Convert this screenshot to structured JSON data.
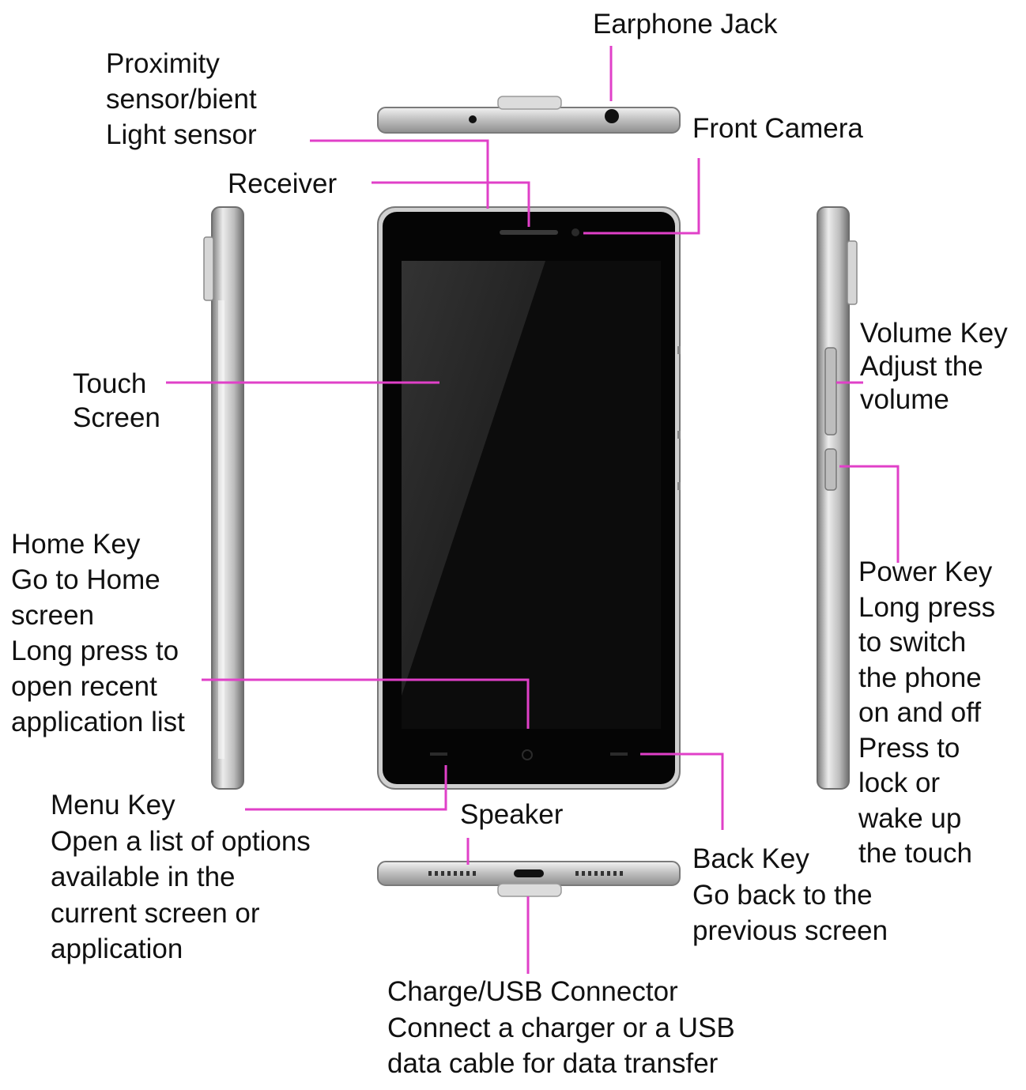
{
  "labels": {
    "earphone_jack": [
      "Earphone Jack"
    ],
    "proximity_sensor": [
      "Proximity",
      "sensor/bient",
      "Light sensor"
    ],
    "front_camera": [
      "Front Camera"
    ],
    "receiver": [
      "Receiver"
    ],
    "touch_screen": [
      "Touch",
      "Screen"
    ],
    "volume_key": [
      "Volume Key",
      "Adjust the",
      "volume"
    ],
    "home_key": [
      "Home Key",
      "Go to Home",
      "screen",
      "Long press to",
      "open recent",
      "application list"
    ],
    "power_key": [
      "Power Key",
      "Long press",
      "to switch",
      "the phone",
      "on and off",
      "Press to",
      "lock or",
      "wake up",
      "the touch"
    ],
    "menu_key": [
      "Menu Key",
      "Open a list of options",
      "available in the",
      "current screen or",
      "application"
    ],
    "speaker": [
      "Speaker"
    ],
    "back_key": [
      "Back Key",
      "Go back to the",
      "previous screen"
    ],
    "charge_usb": [
      "Charge/USB Connector",
      "Connect a charger or a USB",
      "data cable for data transfer"
    ]
  },
  "colors": {
    "callout": "#e040c8",
    "text": "#111111",
    "phone_body": "#c8c8c8",
    "screen": "#050505"
  }
}
